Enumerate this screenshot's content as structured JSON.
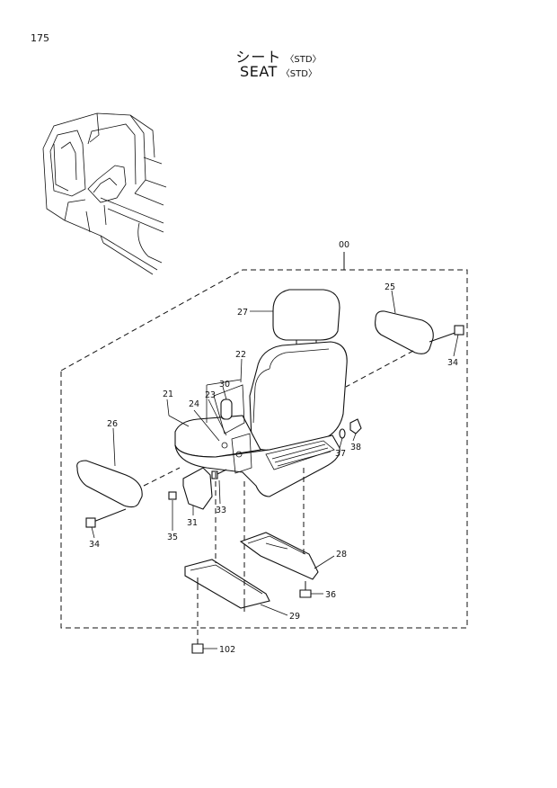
{
  "page_number": "175",
  "title": {
    "jp": "シート",
    "en": "SEAT",
    "suffix": "〈STD〉"
  },
  "callouts": {
    "c00": "00",
    "c21": "21",
    "c22": "22",
    "c23": "23",
    "c24": "24",
    "c25": "25",
    "c26": "26",
    "c27": "27",
    "c28": "28",
    "c29": "29",
    "c30": "30",
    "c31": "31",
    "c33": "33",
    "c34a": "34",
    "c34b": "34",
    "c35": "35",
    "c36": "36",
    "c37": "37",
    "c38": "38",
    "c102": "102"
  }
}
